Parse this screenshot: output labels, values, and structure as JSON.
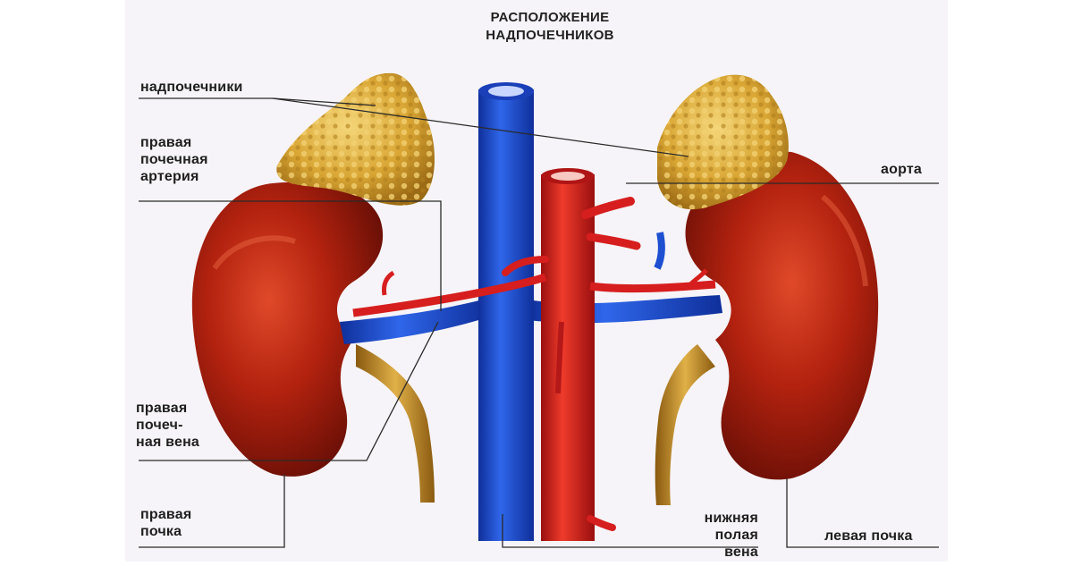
{
  "title": "РАСПОЛОЖЕНИЕ\nНАДПОЧЕЧНИКОВ",
  "labels": {
    "adrenals": "надпочечники",
    "right_renal_artery": "правая\nпочечная\nартерия",
    "right_renal_vein": "правая\nпочеч-\nная вена",
    "right_kidney": "правая\nпочка",
    "aorta": "аорта",
    "inferior_vena_cava": "нижняя\nполая вена",
    "left_kidney": "левая почка"
  },
  "colors": {
    "kidney": "#b3220f",
    "kidney_dark": "#6e0f06",
    "adrenal": "#e0b13f",
    "vein": "#1f4fd1",
    "artery": "#d61e1e",
    "ureter": "#c9952f",
    "background": "#f6f4f8"
  }
}
